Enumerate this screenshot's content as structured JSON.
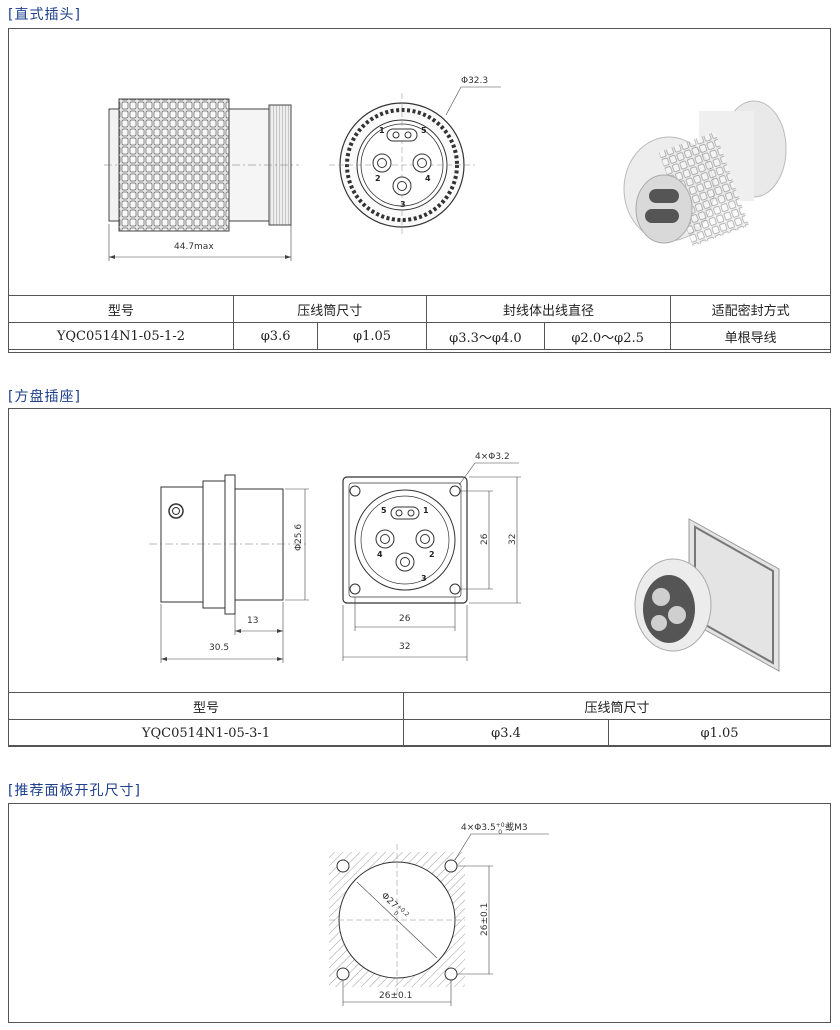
{
  "sections": {
    "plug": {
      "title": "[直式插头]",
      "dims": {
        "diameter": "Φ32.3",
        "length": "44.7max"
      },
      "pins": [
        "1",
        "5",
        "2",
        "4",
        "3"
      ],
      "table": {
        "headers": [
          "型号",
          "压线筒尺寸",
          "封线体出线直径",
          "适配密封方式"
        ],
        "row": [
          "YQC0514N1-05-1-2",
          "φ3.6",
          "φ1.05",
          "φ3.3～φ4.0",
          "φ2.0～φ2.5",
          "单根导线"
        ]
      }
    },
    "socket": {
      "title": "[方盘插座]",
      "dims": {
        "holes": "4×Φ3.2",
        "diameter": "Φ25.6",
        "d13": "13",
        "d305": "30.5",
        "d26w": "26",
        "d32w": "32",
        "d26h": "26",
        "d32h": "32"
      },
      "pins": [
        "5",
        "1",
        "4",
        "2",
        "3"
      ],
      "table": {
        "headers": [
          "型号",
          "压线筒尺寸"
        ],
        "row": [
          "YQC0514N1-05-3-1",
          "φ3.4",
          "φ1.05"
        ]
      }
    },
    "cutout": {
      "title": "[推荐面板开孔尺寸]",
      "dims": {
        "holes_base": "4×Φ3.5",
        "holes_tol_up": "+0.1",
        "holes_tol_dn": "0",
        "holes_alt": "或M3",
        "dia_base": "Φ27",
        "dia_tol_up": "+0.2",
        "dia_tol_dn": "0",
        "h": "26±0.1",
        "w": "26±0.1"
      }
    }
  }
}
